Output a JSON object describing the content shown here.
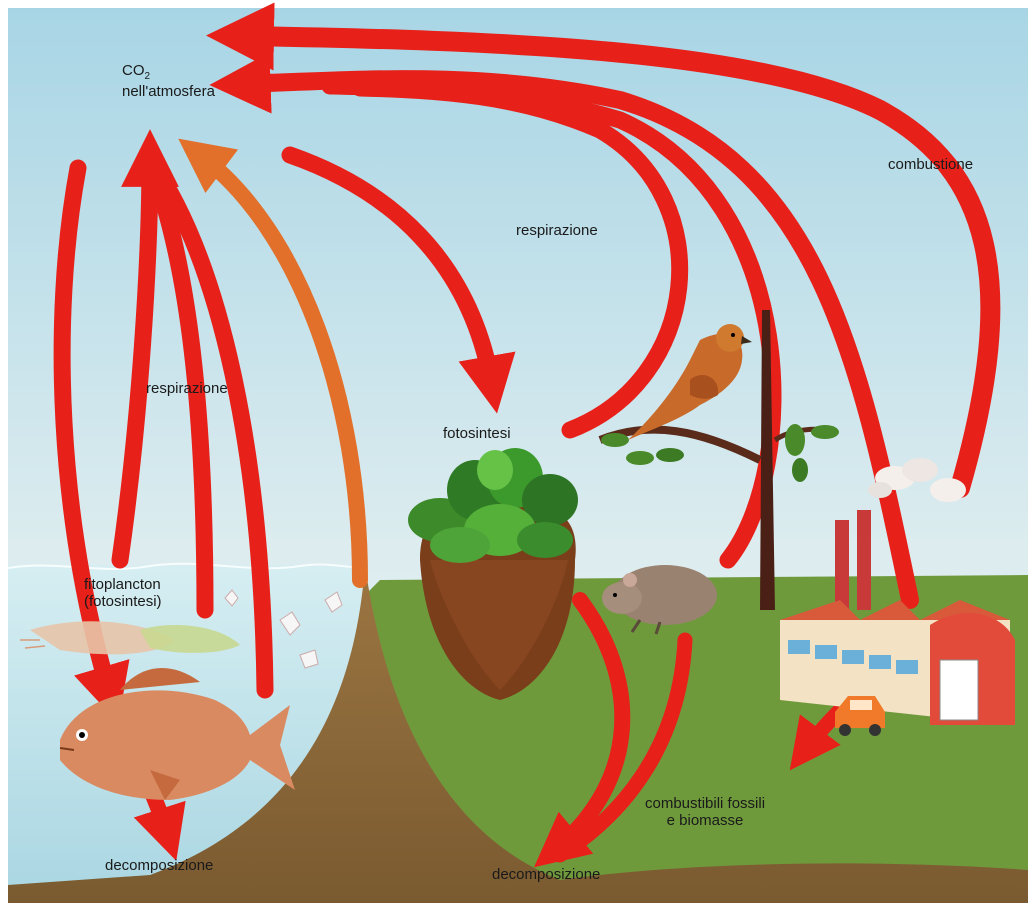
{
  "diagram": {
    "labels": {
      "co2": "CO",
      "co2_sub": "2",
      "co2_line2": "nell'atmosfera",
      "combustione": "combustione",
      "respirazione_top": "respirazione",
      "respirazione_left": "respirazione",
      "fotosintesi": "fotosintesi",
      "fitoplancton": "fitoplancton",
      "fitoplancton_sub": "(fotosintesi)",
      "decomposizione_left": "decomposizione",
      "decomposizione_right": "decomposizione",
      "combustibili": "combustibili fossili",
      "combustibili_2": "e biomasse"
    },
    "colors": {
      "sky_top": "#a9d6e6",
      "sky_bottom": "#eef5f3",
      "water": "#bfe2ea",
      "grass": "#6f9a3c",
      "soil": "#8a6a3a",
      "arrow": "#e8201a",
      "arrow_orange": "#e2702a"
    },
    "icons": [
      "fish-icon",
      "shrimp-icon",
      "plant-icon",
      "bird-icon",
      "rat-icon",
      "factory-icon",
      "car-icon",
      "smoke-icon"
    ]
  }
}
